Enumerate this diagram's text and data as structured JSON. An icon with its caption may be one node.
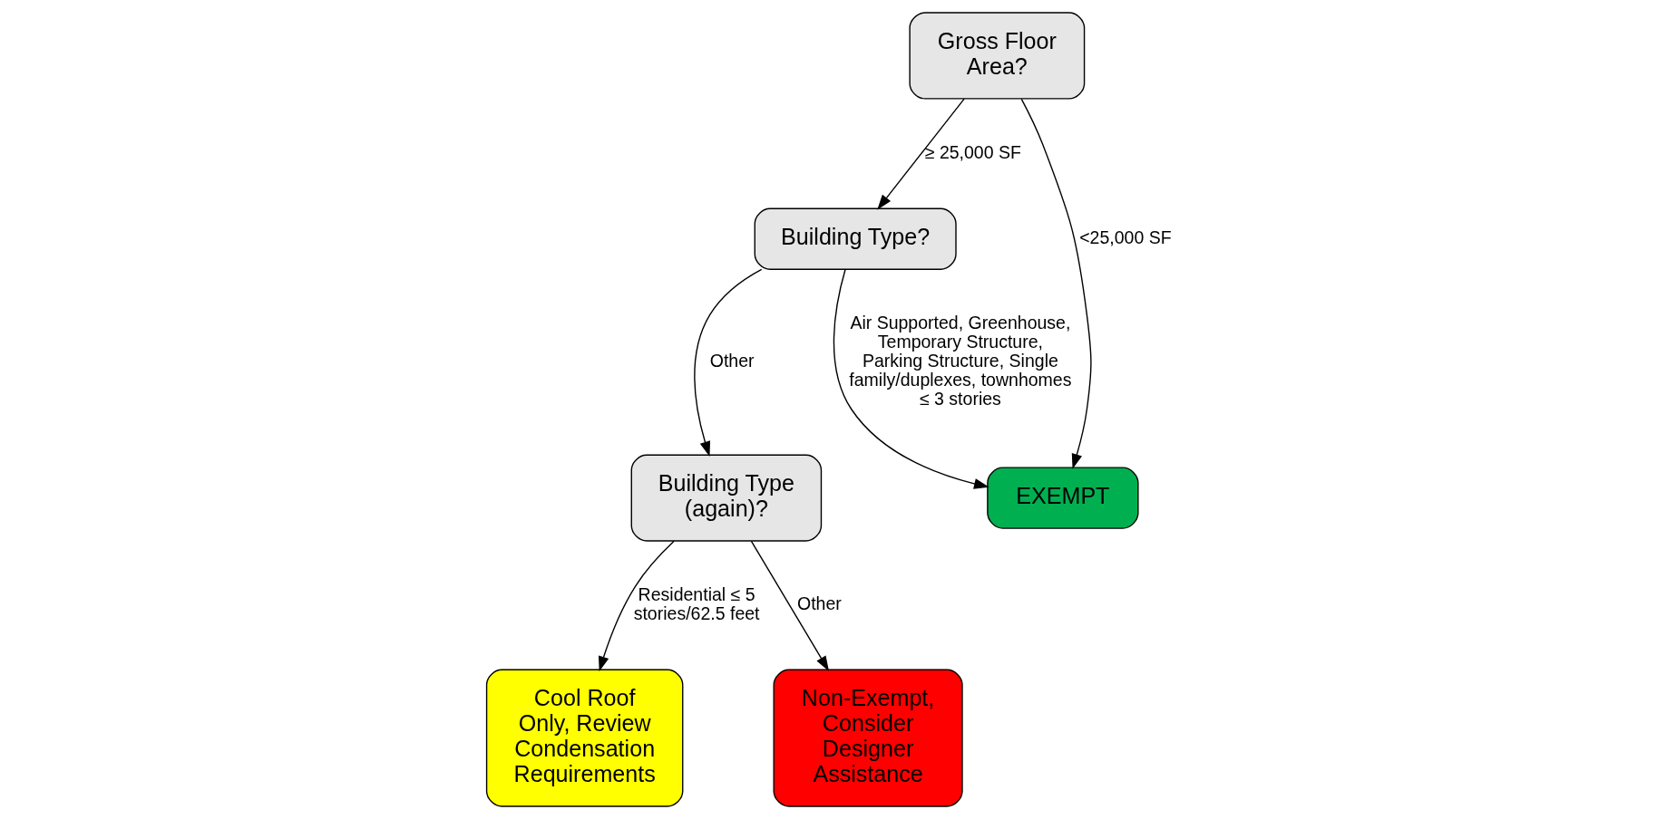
{
  "diagram": {
    "nodes": [
      {
        "text": [
          "Gross Floor Area?"
        ]
      },
      {
        "text": [
          "Building Type?"
        ]
      },
      {
        "text": [
          "Building Type (again)?"
        ]
      },
      {
        "text": [
          "EXEMPT"
        ]
      },
      {
        "text": [
          "Cool Roof Only, Review Condensation Requirements"
        ]
      },
      {
        "text": [
          "Non-Exempt, Consider Designer Assistance"
        ]
      }
    ],
    "edges": [
      {
        "from": 0,
        "to": 1,
        "arrow": "to",
        "label": "≥ 25,000 SF"
      },
      {
        "from": 0,
        "to": 3,
        "arrow": "to",
        "label": "<25,000 SF"
      },
      {
        "from": 1,
        "to": 2,
        "arrow": "to",
        "label": "Other"
      },
      {
        "from": 1,
        "to": 3,
        "arrow": "to",
        "label": "Air Supported, Greenhouse, Temporary Structure, Parking Structure, Single family/duplexes, townhomes ≤ 3 stories"
      },
      {
        "from": 2,
        "to": 5,
        "arrow": "to",
        "label": "Other"
      },
      {
        "from": 2,
        "to": 4,
        "arrow": "to",
        "label": "Residential ≤ 5 stories/62.5 feet"
      }
    ]
  }
}
